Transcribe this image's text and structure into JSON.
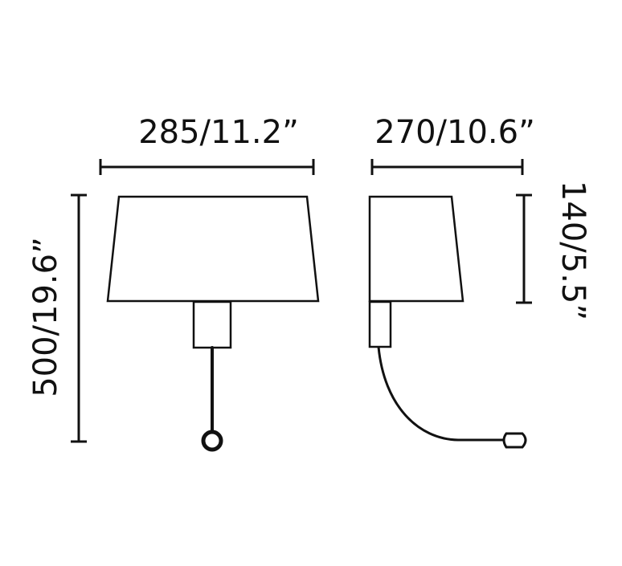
{
  "dimensions": {
    "front_width": "285/11.2”",
    "side_depth": "270/10.6”",
    "total_height": "500/19.6”",
    "shade_height": "140/5.5”"
  },
  "colors": {
    "ink": "#111111",
    "background": "#ffffff"
  }
}
